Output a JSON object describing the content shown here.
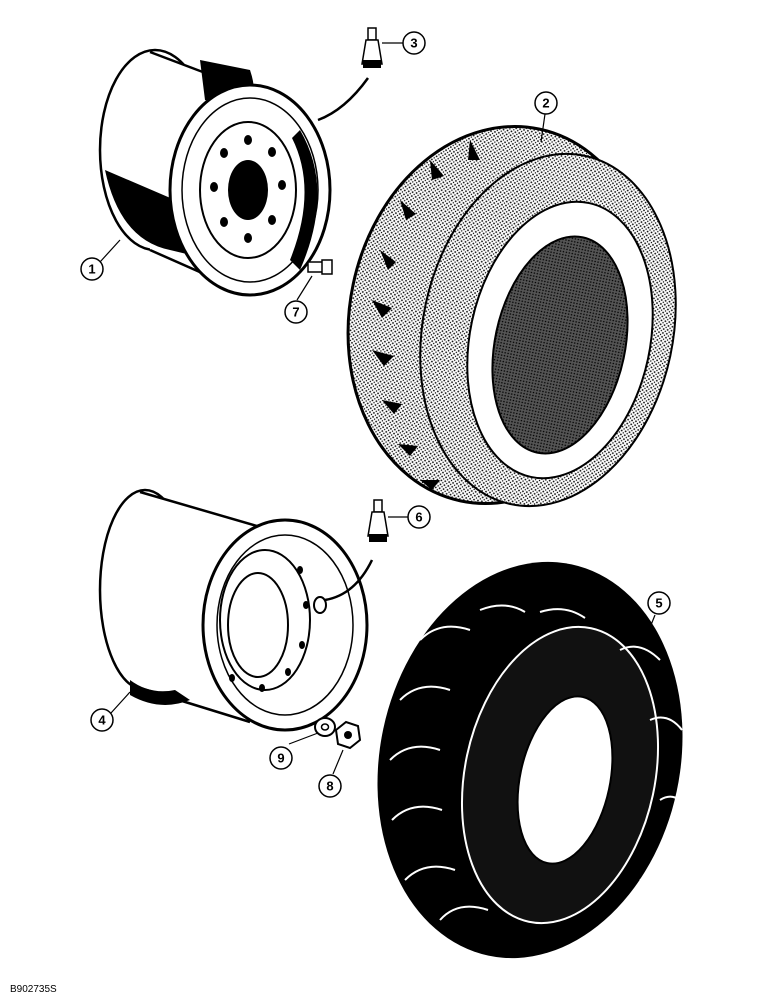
{
  "figure_code": "B902735S",
  "callouts": [
    {
      "id": "1",
      "label": "1"
    },
    {
      "id": "2",
      "label": "2"
    },
    {
      "id": "3",
      "label": "3"
    },
    {
      "id": "4",
      "label": "4"
    },
    {
      "id": "5",
      "label": "5"
    },
    {
      "id": "6",
      "label": "6"
    },
    {
      "id": "7",
      "label": "7"
    },
    {
      "id": "8",
      "label": "8"
    },
    {
      "id": "9",
      "label": "9"
    }
  ],
  "parts": [
    {
      "callout": "1",
      "icon": "wheel-rim-icon"
    },
    {
      "callout": "2",
      "icon": "rib-tread-tire-icon"
    },
    {
      "callout": "3",
      "icon": "valve-stem-icon"
    },
    {
      "callout": "4",
      "icon": "wheel-rim-icon"
    },
    {
      "callout": "5",
      "icon": "lug-tread-tire-icon"
    },
    {
      "callout": "6",
      "icon": "valve-stem-icon"
    },
    {
      "callout": "7",
      "icon": "bolt-icon"
    },
    {
      "callout": "8",
      "icon": "nut-icon"
    },
    {
      "callout": "9",
      "icon": "washer-icon"
    }
  ],
  "colors": {
    "ink": "#000000",
    "paper": "#ffffff",
    "tire_shade": "#7a7a7a"
  }
}
